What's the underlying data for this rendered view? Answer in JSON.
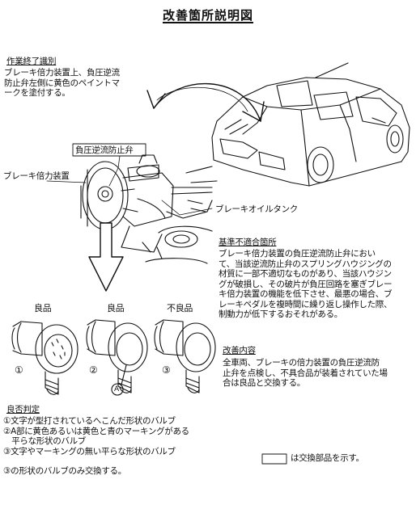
{
  "title": "改善箇所説明図",
  "id_mark": {
    "heading": "作業終了識別",
    "lines": [
      "ブレーキ倍力装置上、負圧逆流",
      "防止弁左側に黄色のペイントマ",
      "ークを塗付する。"
    ]
  },
  "labels": {
    "check_valve": "負圧逆流防止弁",
    "booster": "ブレーキ倍力装置",
    "oil_tank": "ブレーキオイルタンク"
  },
  "nonconformity": {
    "heading": "基準不適合箇所",
    "lines": [
      "ブレーキ倍力装置の負圧逆流防止弁におい",
      "て、当該逆流防止弁のスプリングハウジングの",
      "材質に一部不適切なものがあり、当該ハウジン",
      "グが破損し、その破片が負圧回路を塞ぎブレー",
      "キ倍力装置の機能を低下させ、最悪の場合、ブ",
      "レーキペダルを複時間に繰り返し操作した際、",
      "制動力が低下するおそれがある。"
    ]
  },
  "valves": [
    {
      "grade": "良品",
      "number": "①"
    },
    {
      "grade": "良品",
      "number": "②"
    },
    {
      "grade": "不良品",
      "number": "③"
    }
  ],
  "part_a": "A",
  "remedy": {
    "heading": "改善内容",
    "lines": [
      "全車両、ブレーキの倍力装置の負圧逆流防",
      "止弁を点検し、不具合品が装着されていた場",
      "合は良品と交換する。"
    ]
  },
  "judgement": {
    "heading": "良否判定",
    "lines": [
      "①文字が型打されているへこんだ形状のバルブ",
      "②A部に黄色あるいは黄色と青のマーキングがある",
      "　平らな形状のバルブ",
      "③文字やマーキングの無い平らな形状のバルブ",
      "",
      "③の形状のバルブのみ交換する。"
    ]
  },
  "legend": "は交換部品を示す。",
  "colors": {
    "ink": "#111111",
    "background": "#ffffff"
  }
}
